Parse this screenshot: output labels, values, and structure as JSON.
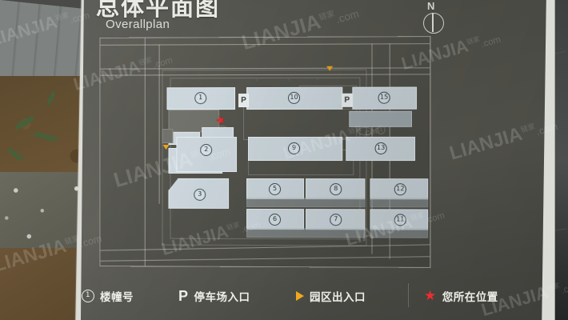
{
  "sign": {
    "title_cn": "总体平面图",
    "title_en": "Overallplan",
    "compass_label": "N"
  },
  "legend": {
    "items": [
      {
        "icon": "circled-number-icon",
        "symbol": "1",
        "label": "楼幢号"
      },
      {
        "icon": "parking-icon",
        "symbol": "P",
        "label": "停车场入口"
      },
      {
        "icon": "triangle-entrance-icon",
        "symbol": "▶",
        "label": "园区出入口"
      },
      {
        "icon": "star-icon",
        "symbol": "★",
        "label": "您所在位置"
      }
    ]
  },
  "map": {
    "building_numbers": [
      "1",
      "2",
      "3",
      "5",
      "6",
      "7",
      "8",
      "9",
      "10",
      "11",
      "12",
      "13",
      "15"
    ],
    "parking_markers": [
      "P",
      "P"
    ],
    "you_are_here": "★",
    "park_entrances": 2,
    "road_names": [
      "",
      "",
      "",
      ""
    ]
  },
  "watermark": {
    "brand": "LIANJIA",
    "domain": ".com",
    "cn": "链家"
  },
  "colors": {
    "board": "#54544d",
    "star_red": "#e02b28",
    "entrance_yellow": "#e8a417",
    "building_fill": "#cbd6dc",
    "text": "#eeeee8"
  }
}
